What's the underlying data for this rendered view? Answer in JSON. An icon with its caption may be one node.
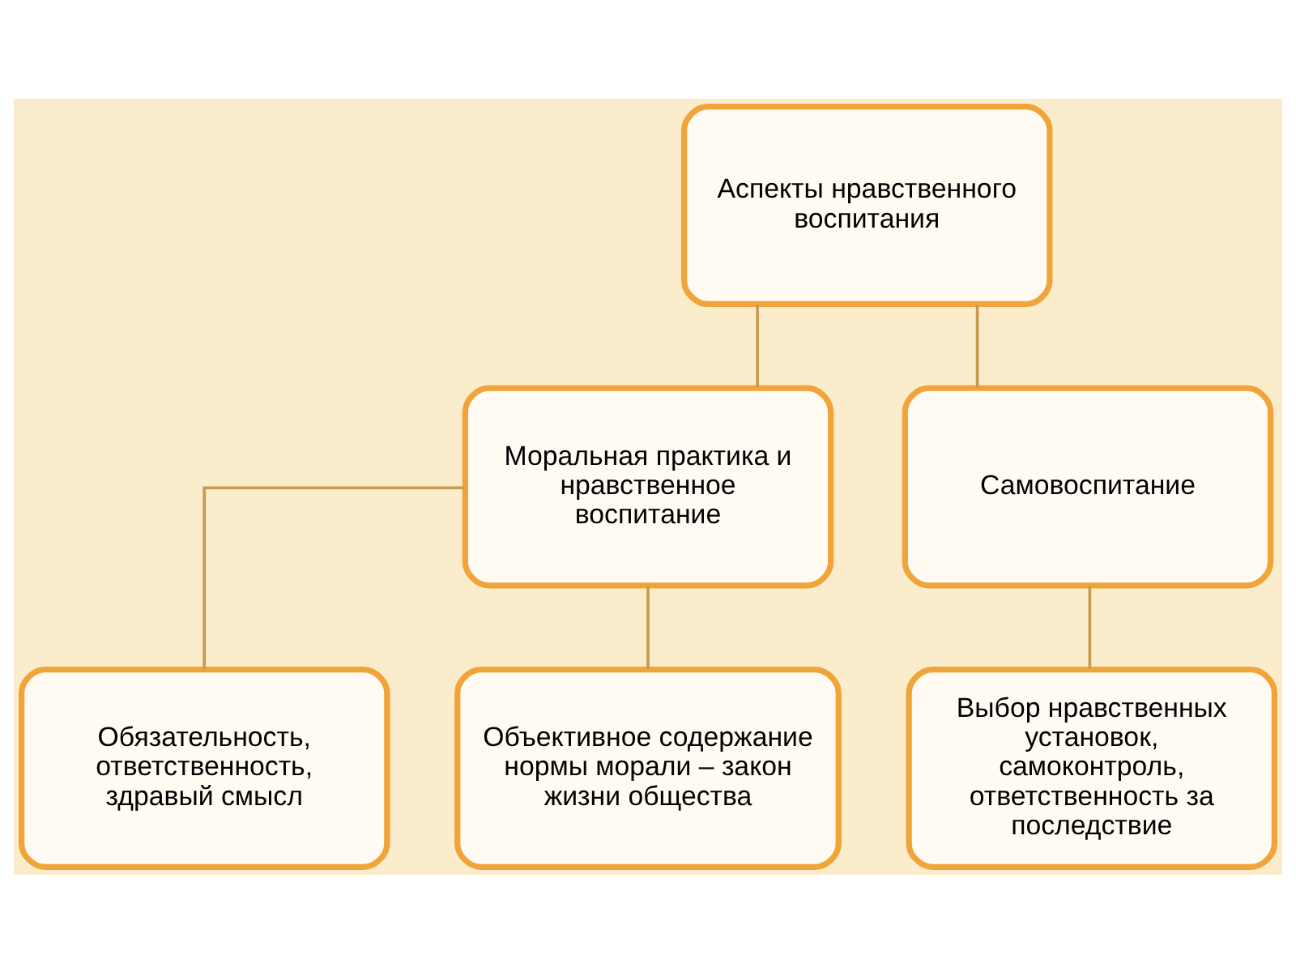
{
  "diagram": {
    "nodes": [
      {
        "text": [
          "Аспекты нравственного воспитания"
        ]
      },
      {
        "text": [
          "Моральная практика и нравственное воспитание"
        ]
      },
      {
        "text": [
          "Самовоспитание"
        ]
      },
      {
        "text": [
          "Обязательность, ответственность, здравый смысл"
        ]
      },
      {
        "text": [
          "Объективное содержание нормы морали – закон жизни общества"
        ]
      },
      {
        "text": [
          "Выбор нравственных установок, самоконтроль, ответственность за последствие"
        ]
      }
    ],
    "edges": [
      {
        "from": 0,
        "to": 1,
        "arrow": "none"
      },
      {
        "from": 0,
        "to": 2,
        "arrow": "none"
      },
      {
        "from": 1,
        "to": 3,
        "arrow": "none"
      },
      {
        "from": 1,
        "to": 4,
        "arrow": "none"
      },
      {
        "from": 2,
        "to": 5,
        "arrow": "none"
      }
    ]
  }
}
